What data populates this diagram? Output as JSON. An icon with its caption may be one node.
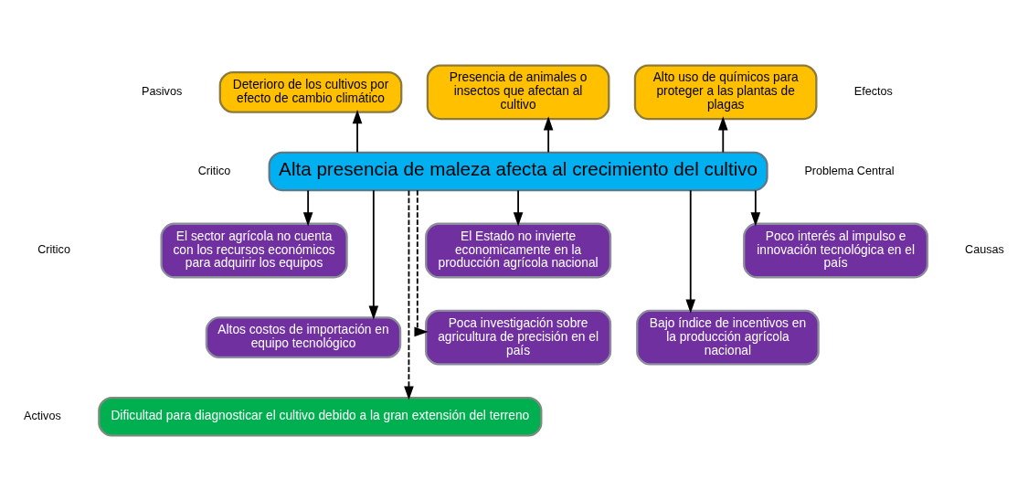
{
  "diagram": {
    "nodes": [
      {
        "text": [
          "Deterioro de los cultivos por efecto de cambio climático"
        ]
      },
      {
        "text": [
          "Presencia de animales o insectos que afectan al cultivo"
        ]
      },
      {
        "text": [
          "Alto uso de químicos para proteger a las plantas de plagas"
        ]
      },
      {
        "text": [
          "Alta presencia de maleza afecta al crecimiento del cultivo"
        ]
      },
      {
        "text": [
          "El sector agrícola no cuenta con los recursos económicos para adquirir los equipos"
        ]
      },
      {
        "text": [
          "El Estado no invierte economicamente en la producción agrícola nacional"
        ]
      },
      {
        "text": [
          "Poco interés al impulso e innovación tecnológica en el país"
        ]
      },
      {
        "text": [
          "Altos costos de importación en equipo tecnológico"
        ]
      },
      {
        "text": [
          "Poca investigación sobre agricultura de precisión en el país"
        ]
      },
      {
        "text": [
          "Bajo índice de incentivos en la producción agrícola nacional"
        ]
      },
      {
        "text": [
          "Dificultad para diagnosticar el cultivo debido a la gran extensión del terreno"
        ]
      }
    ],
    "edges": [
      {
        "from": 3,
        "to": 0,
        "arrow": "to"
      },
      {
        "from": 3,
        "to": 1,
        "arrow": "to"
      },
      {
        "from": 3,
        "to": 2,
        "arrow": "to"
      },
      {
        "from": 3,
        "to": 4,
        "arrow": "to"
      },
      {
        "from": 3,
        "to": 5,
        "arrow": "to"
      },
      {
        "from": 3,
        "to": 6,
        "arrow": "to"
      },
      {
        "from": 3,
        "to": 7,
        "arrow": "to"
      },
      {
        "from": 3,
        "to": 9,
        "arrow": "to"
      },
      {
        "from": 3,
        "to": 10,
        "arrow": "to",
        "style": "dashed"
      },
      {
        "from": 3,
        "to": 8,
        "arrow": "to",
        "style": "dashed"
      }
    ],
    "labels": [
      "Pasivos",
      "Efectos",
      "Critico",
      "Problema Central",
      "Critico",
      "Causas",
      "Activos"
    ]
  }
}
